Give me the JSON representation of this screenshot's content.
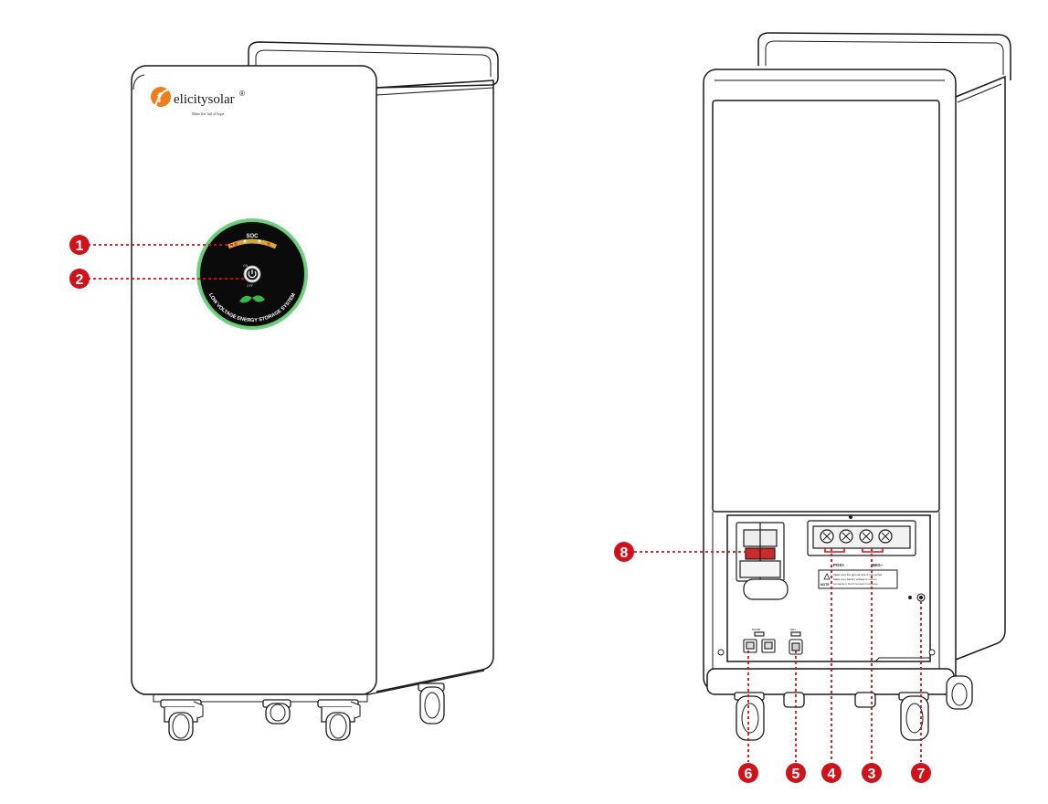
{
  "brand": {
    "logo_letter": "f",
    "name": "elicitysolar",
    "registered": "®",
    "tagline": "Make life full of hope"
  },
  "front_panel": {
    "soc_label": "SOC",
    "switch_on": "ON",
    "switch_off": "OFF",
    "ring_text": "LOW VOLTAGE ENERGY STORAGE SYSTEM"
  },
  "rear_panel": {
    "pos_label": "POS+",
    "neg_label": "NEG−",
    "rs485_label": "RS485",
    "dry_contact_label": "DRY",
    "warning_title": "NOTE",
    "warning_lines": [
      "Make sure the ground wire is connected",
      "Make sure battery voltage is correct",
      "connection. Don't connect in reverse."
    ]
  },
  "callouts": [
    {
      "number": "1",
      "target": "soc-indicator"
    },
    {
      "number": "2",
      "target": "power-switch"
    },
    {
      "number": "3",
      "target": "negative-terminal"
    },
    {
      "number": "4",
      "target": "positive-terminal"
    },
    {
      "number": "5",
      "target": "dry-contact-port"
    },
    {
      "number": "6",
      "target": "communication-ports"
    },
    {
      "number": "7",
      "target": "ground-screw"
    },
    {
      "number": "8",
      "target": "circuit-breaker"
    }
  ],
  "colors": {
    "callout_red": "#d0121b",
    "brand_orange": "#ee7d1a",
    "panel_ring_green": "#34b04a",
    "outline": "#1a1a1a"
  }
}
